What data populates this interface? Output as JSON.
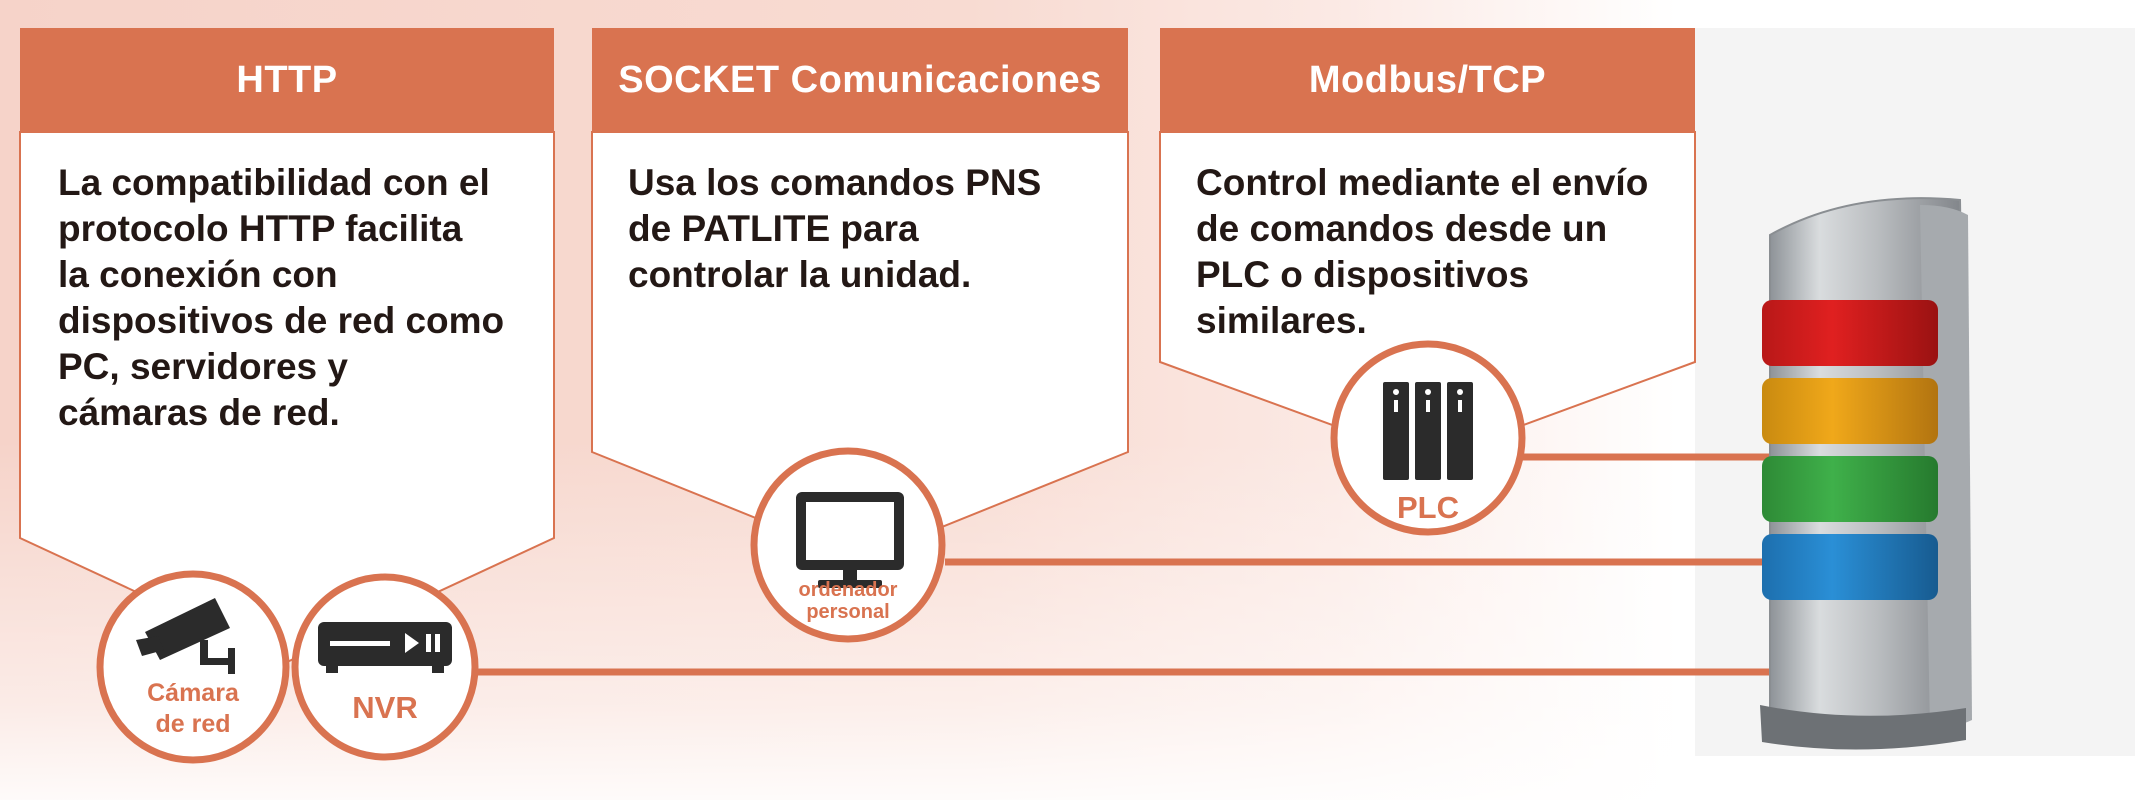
{
  "cards": [
    {
      "title": "HTTP",
      "lines": [
        "La compatibilidad con el",
        "protocolo HTTP facilita",
        "la conexión con",
        "dispositivos de red como",
        "PC, servidores y",
        "cámaras de red."
      ]
    },
    {
      "title": "SOCKET Comunicaciones",
      "lines": [
        "Usa los comandos PNS",
        "de PATLITE para",
        "controlar la unidad."
      ]
    },
    {
      "title": "Modbus/TCP",
      "lines": [
        "Control mediante el envío",
        "de comandos desde un",
        "PLC o dispositivos",
        "similares."
      ]
    }
  ],
  "devices": {
    "camera": {
      "icon": "security-camera-icon",
      "label_line1": "Cámara",
      "label_line2": "de red"
    },
    "nvr": {
      "icon": "nvr-recorder-icon",
      "label": "NVR"
    },
    "pc": {
      "icon": "monitor-icon",
      "label_line1": "ordenador",
      "label_line2": "personal"
    },
    "plc": {
      "icon": "plc-rack-icon",
      "label": "PLC"
    }
  },
  "signal_tower": {
    "icon": "signal-tower-icon",
    "tiers": [
      "red",
      "amber",
      "green",
      "blue"
    ]
  },
  "colors": {
    "accent": "#d97350",
    "text": "#231815",
    "tier_red": "#e02020",
    "tier_amber": "#f0a81a",
    "tier_green": "#3fb04a",
    "tier_blue": "#2a8fd6"
  }
}
